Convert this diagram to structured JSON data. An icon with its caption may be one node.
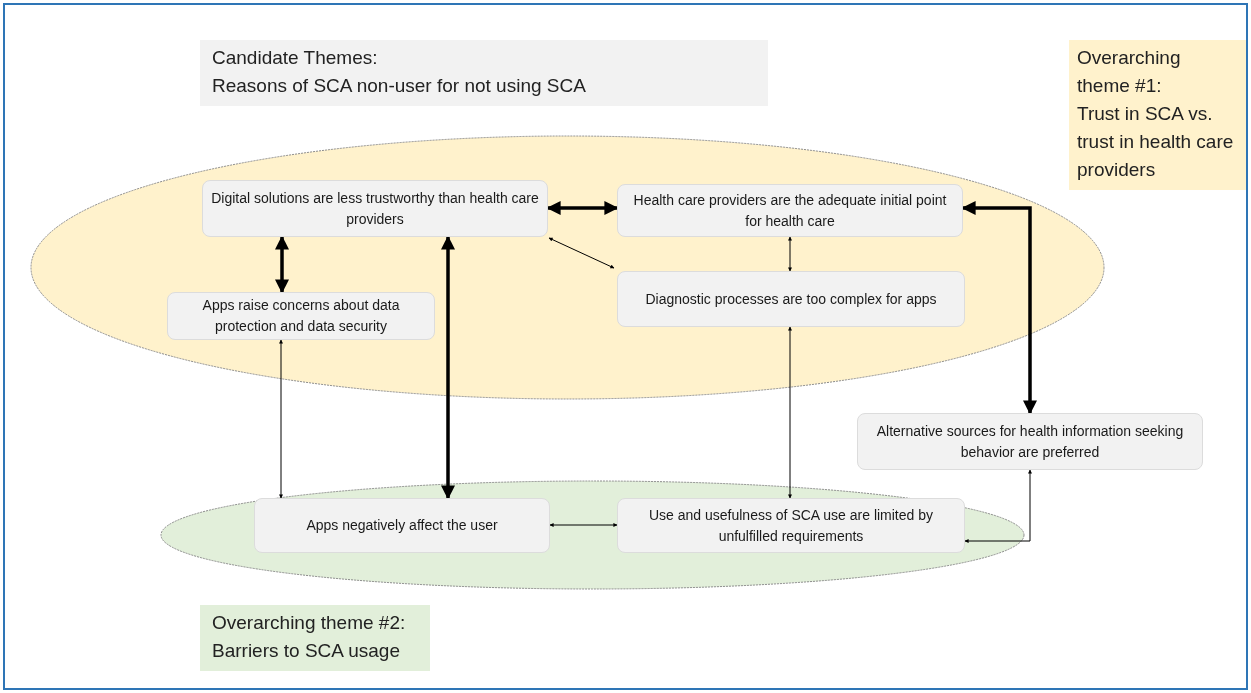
{
  "diagram": {
    "nodes": [
      {
        "text": [
          "Candidate Themes:",
          "Reasons of SCA non-user for not using SCA"
        ]
      },
      {
        "text": [
          "Overarching theme #1:",
          "Trust in SCA vs. trust in health care providers"
        ]
      },
      {
        "text": [],
        "shape": "ellipse"
      },
      {
        "text": [
          "Digital solutions are less trustworthy than health care providers"
        ],
        "in": 2
      },
      {
        "text": [
          "Health care providers are the adequate initial point for health care"
        ],
        "in": 2
      },
      {
        "text": [
          "Apps raise concerns about data protection and data security"
        ],
        "in": 2
      },
      {
        "text": [
          "Diagnostic processes are too complex for apps"
        ],
        "in": 2
      },
      {
        "text": [
          "Alternative sources for health information seeking behavior are preferred"
        ]
      },
      {
        "text": [],
        "shape": "ellipse"
      },
      {
        "text": [
          "Apps negatively affect the user"
        ],
        "in": 8
      },
      {
        "text": [
          "Use and usefulness of SCA use are limited by unfulfilled requirements"
        ],
        "in": 8
      },
      {
        "text": [
          "Overarching theme #2:",
          "Barriers to SCA usage"
        ]
      }
    ],
    "edges": [
      {
        "from": 3,
        "to": 4,
        "arrow": "both",
        "style": "thick"
      },
      {
        "from": 3,
        "to": 5,
        "arrow": "both",
        "style": "thick"
      },
      {
        "from": 3,
        "to": 9,
        "arrow": "both",
        "style": "thick"
      },
      {
        "from": 3,
        "to": 6,
        "arrow": "both"
      },
      {
        "from": 4,
        "to": 6,
        "arrow": "both"
      },
      {
        "from": 4,
        "to": 7,
        "arrow": "both",
        "style": "thick"
      },
      {
        "from": 5,
        "to": 9,
        "arrow": "both"
      },
      {
        "from": 6,
        "to": 10,
        "arrow": "both"
      },
      {
        "from": 9,
        "to": 10,
        "arrow": "both"
      },
      {
        "from": 10,
        "to": 7,
        "arrow": "both"
      }
    ]
  }
}
